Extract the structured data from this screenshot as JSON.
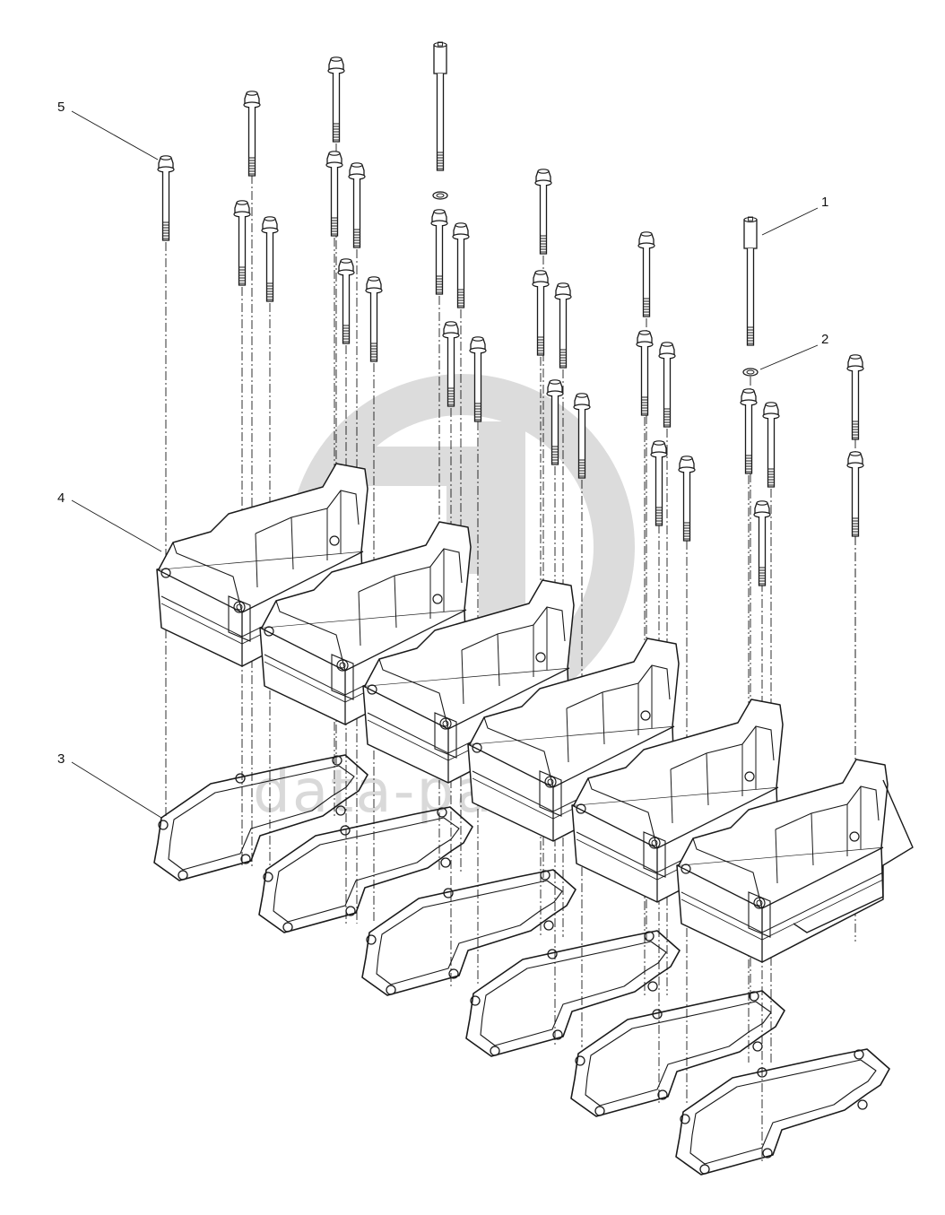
{
  "colors": {
    "line": "#1a1a1a",
    "watermark": "#d9d9d9",
    "background": "#ffffff"
  },
  "watermark": {
    "logo": "data-parts-logo",
    "text": "data-parts"
  },
  "callouts": [
    {
      "id": "callout-1",
      "label": "1"
    },
    {
      "id": "callout-2",
      "label": "2"
    },
    {
      "id": "callout-3",
      "label": "3"
    },
    {
      "id": "callout-4",
      "label": "4"
    },
    {
      "id": "callout-5",
      "label": "5"
    }
  ]
}
